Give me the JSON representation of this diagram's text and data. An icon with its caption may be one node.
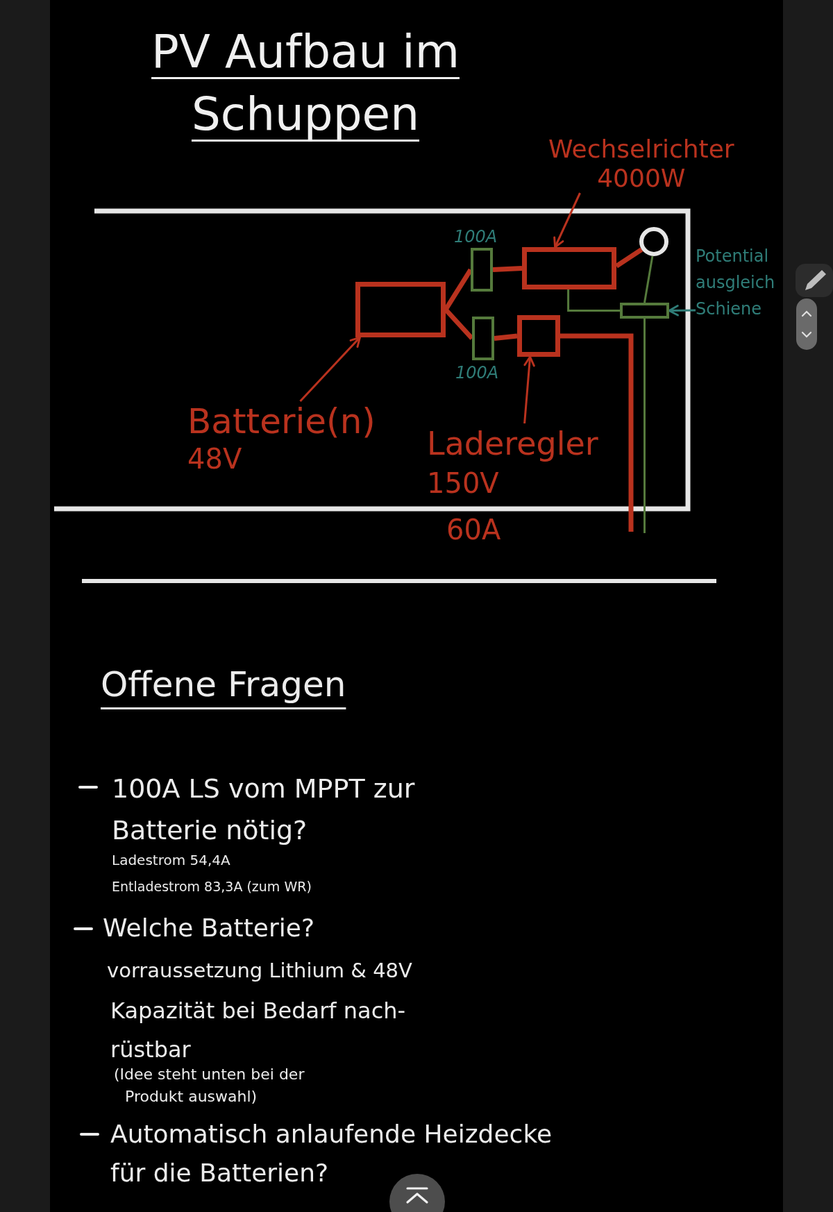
{
  "diagram": {
    "title": "PV Aufbau im Schuppen",
    "nodes": [
      {
        "text": [
          "Wechselrichter",
          "4000W"
        ]
      },
      {
        "text": [],
        "shape": "box",
        "beside": [
          "100A"
        ]
      },
      {
        "text": [],
        "shape": "box"
      },
      {
        "text": [],
        "shape": "circle"
      },
      {
        "text": [
          "Potential ausgleich Schiene"
        ]
      },
      {
        "text": [],
        "shape": "box"
      },
      {
        "text": [],
        "shape": "box"
      },
      {
        "text": [],
        "shape": "box",
        "beside": [
          "100A"
        ]
      },
      {
        "text": [],
        "shape": "box"
      },
      {
        "text": [
          "Batterie(n)",
          "48V"
        ]
      },
      {
        "text": [
          "Laderegler",
          "150V",
          "60A"
        ]
      }
    ],
    "edges": [
      {
        "from": 0,
        "to": 2,
        "arrow": "to"
      },
      {
        "from": 5,
        "to": 1,
        "arrow": "none",
        "style": "thick"
      },
      {
        "from": 5,
        "to": 7,
        "arrow": "none",
        "style": "thick"
      },
      {
        "from": 1,
        "to": 2,
        "arrow": "none",
        "style": "thick"
      },
      {
        "from": 7,
        "to": 8,
        "arrow": "none",
        "style": "thick"
      },
      {
        "from": 2,
        "to": 3,
        "arrow": "none",
        "style": "thick"
      },
      {
        "from": 3,
        "to": 6,
        "arrow": "none",
        "color": "#557a3c"
      },
      {
        "from": 2,
        "to": 6,
        "arrow": "none",
        "color": "#557a3c"
      },
      {
        "from": 4,
        "to": 6,
        "arrow": "to",
        "color": "#2f7d78"
      },
      {
        "from": 6,
        "to": null,
        "arrow": "none",
        "color": "#557a3c"
      },
      {
        "from": 8,
        "to": null,
        "arrow": "none",
        "style": "thick"
      },
      {
        "from": 9,
        "to": 5,
        "arrow": "to"
      },
      {
        "from": 10,
        "to": 8,
        "arrow": "to"
      }
    ],
    "labels": [
      "Offene Fragen",
      "100A LS vom MPPT zur Batterie nötig?",
      "Ladestrom 54,4A",
      "Entladestrom 83,3A (zum WR)",
      "Welche Batterie?",
      "vorraussetzung Lithium & 48V",
      "Kapazität bei Bedarf nach- rüstbar",
      "(Idee steht unten bei der Produkt auswahl)",
      "Automatisch anlaufende Heizdecke für die Batterien?"
    ]
  }
}
